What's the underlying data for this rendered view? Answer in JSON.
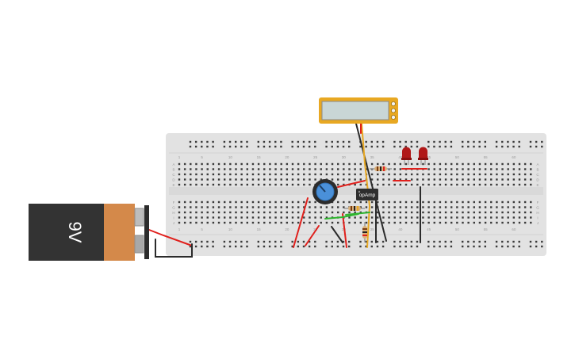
{
  "battery": {
    "label": "9V",
    "body_color": "#333333",
    "cap_color": "#d4894a"
  },
  "opamp": {
    "label": "opAmp"
  },
  "breadboard": {
    "color": "#e2e2e2",
    "row_letters_top": [
      "A",
      "B",
      "C",
      "D",
      "E"
    ],
    "row_letters_bottom": [
      "F",
      "G",
      "H",
      "I",
      "J"
    ],
    "column_numbers": [
      "1",
      "5",
      "10",
      "15",
      "20",
      "25",
      "30",
      "35",
      "40",
      "45",
      "50",
      "55",
      "60"
    ]
  },
  "multimeter": {
    "frame_color": "#e8a822",
    "display_color": "#c9d6d6"
  },
  "wire_colors": {
    "red": "#e0201c",
    "black": "#2b2b2b",
    "green": "#2fb52f",
    "orange": "#e8a822"
  },
  "potentiometer": {
    "knob_color": "#4a90d9"
  },
  "leds": {
    "count": 2,
    "color": "#b01818"
  }
}
